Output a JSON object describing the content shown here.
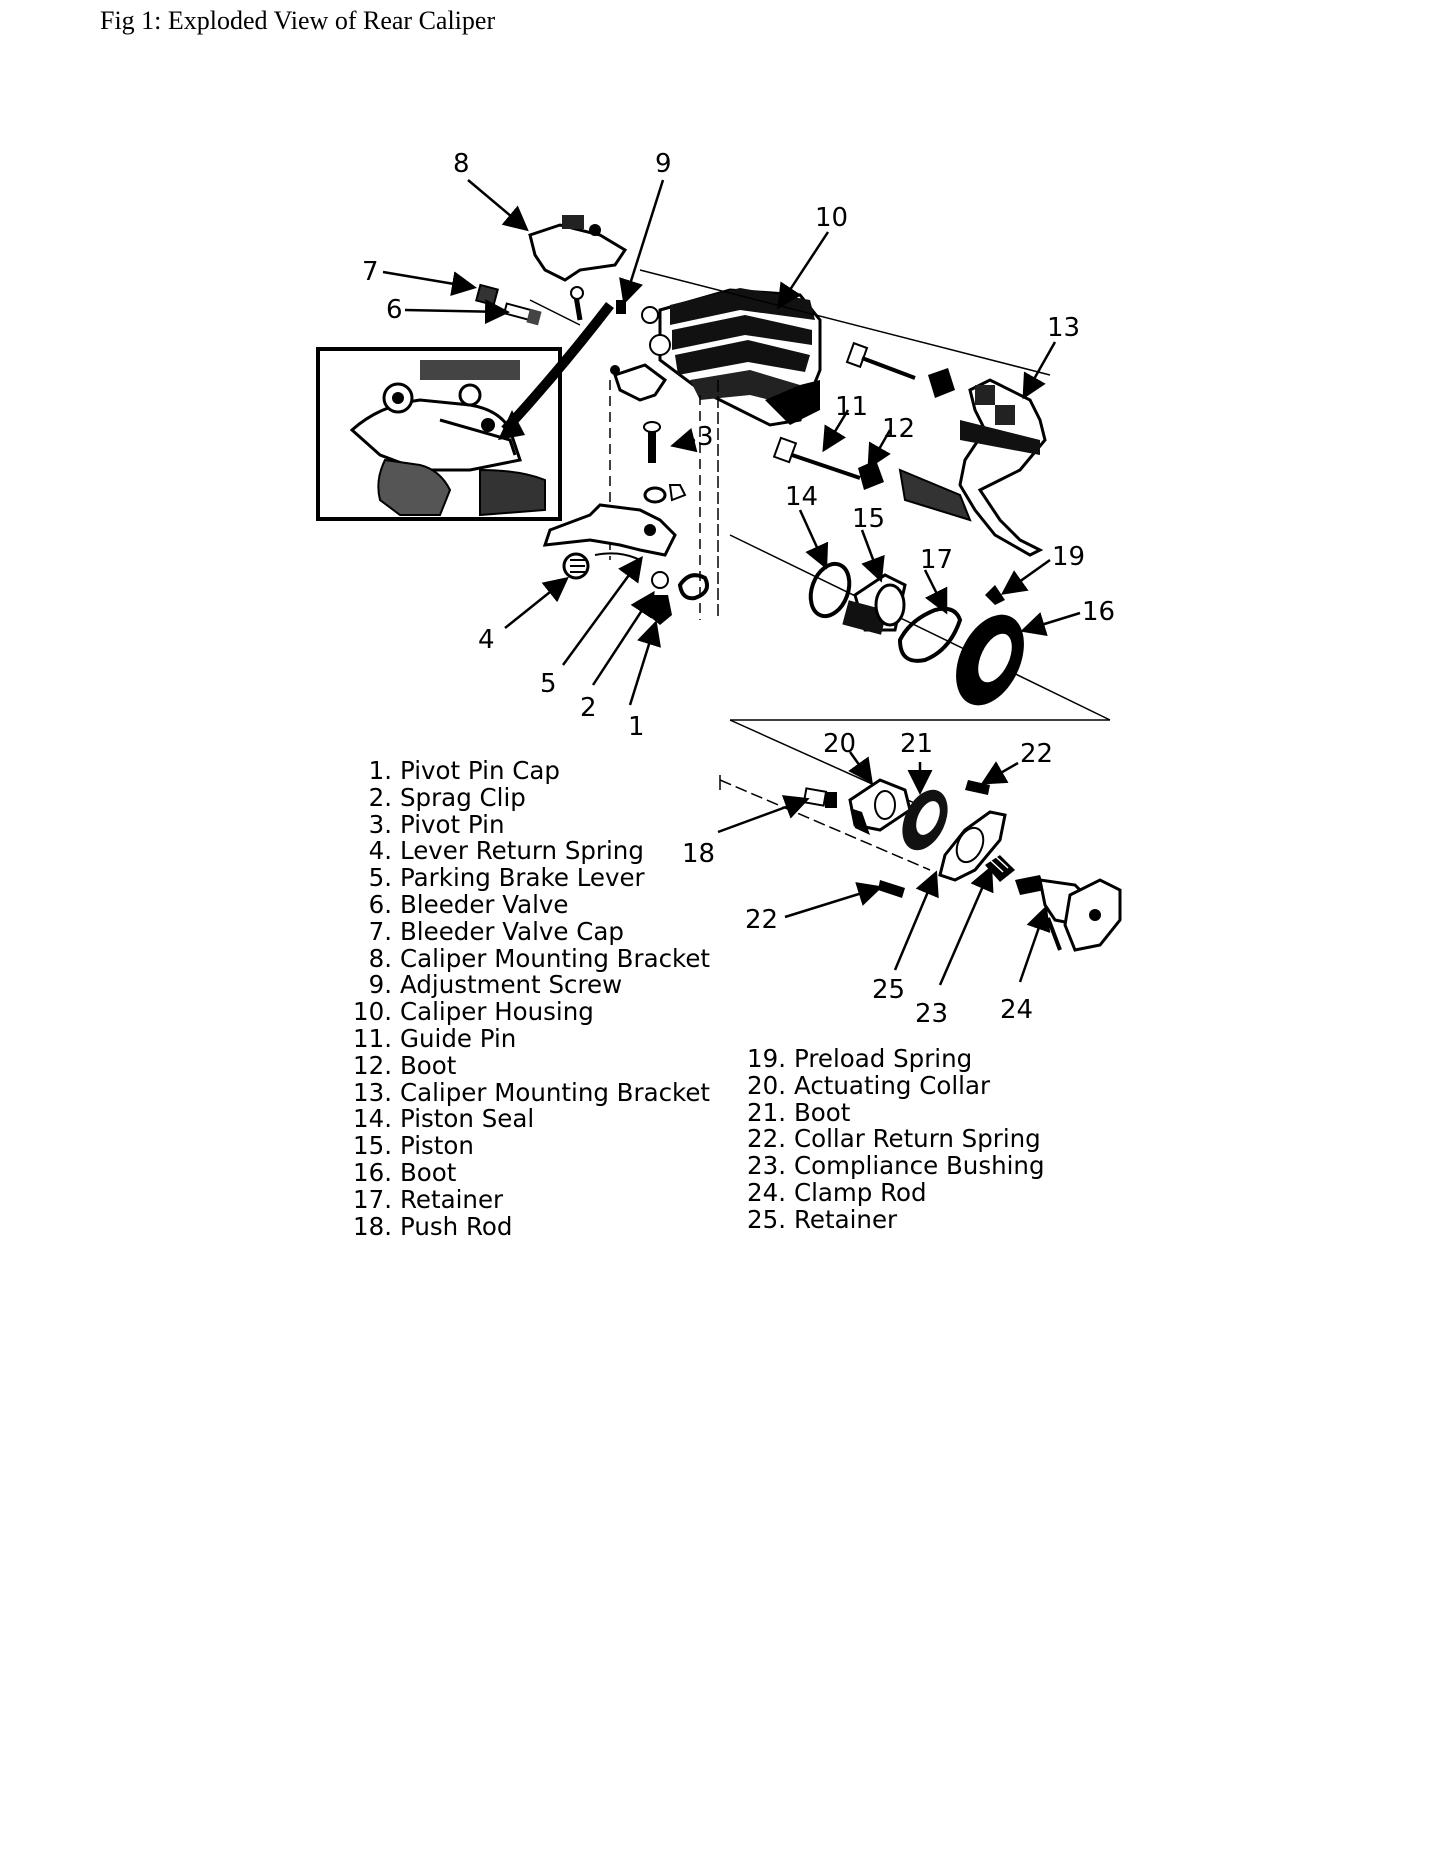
{
  "caption": "Fig 1: Exploded View of Rear Caliper",
  "callouts": [
    "1",
    "2",
    "3",
    "4",
    "5",
    "6",
    "7",
    "8",
    "9",
    "10",
    "11",
    "12",
    "13",
    "14",
    "15",
    "16",
    "17",
    "18",
    "19",
    "20",
    "21",
    "22",
    "22",
    "23",
    "24",
    "25"
  ],
  "legend_left": [
    {
      "num": "1.",
      "name": "Pivot Pin Cap"
    },
    {
      "num": "2.",
      "name": "Sprag Clip"
    },
    {
      "num": "3.",
      "name": "Pivot Pin"
    },
    {
      "num": "4.",
      "name": "Lever Return Spring"
    },
    {
      "num": "5.",
      "name": "Parking Brake Lever"
    },
    {
      "num": "6.",
      "name": "Bleeder Valve"
    },
    {
      "num": "7.",
      "name": "Bleeder Valve Cap"
    },
    {
      "num": "8.",
      "name": "Caliper Mounting Bracket"
    },
    {
      "num": "9.",
      "name": "Adjustment Screw"
    },
    {
      "num": "10.",
      "name": "Caliper Housing"
    },
    {
      "num": "11.",
      "name": "Guide Pin"
    },
    {
      "num": "12.",
      "name": "Boot"
    },
    {
      "num": "13.",
      "name": "Caliper Mounting Bracket"
    },
    {
      "num": "14.",
      "name": "Piston Seal"
    },
    {
      "num": "15.",
      "name": "Piston"
    },
    {
      "num": "16.",
      "name": "Boot"
    },
    {
      "num": "17.",
      "name": "Retainer"
    },
    {
      "num": "18.",
      "name": "Push Rod"
    }
  ],
  "legend_right": [
    {
      "num": "19.",
      "name": "Preload Spring"
    },
    {
      "num": "20.",
      "name": "Actuating Collar"
    },
    {
      "num": "21.",
      "name": "Boot"
    },
    {
      "num": "22.",
      "name": "Collar Return Spring"
    },
    {
      "num": "23.",
      "name": "Compliance Bushing"
    },
    {
      "num": "24.",
      "name": "Clamp Rod"
    },
    {
      "num": "25.",
      "name": "Retainer"
    }
  ]
}
